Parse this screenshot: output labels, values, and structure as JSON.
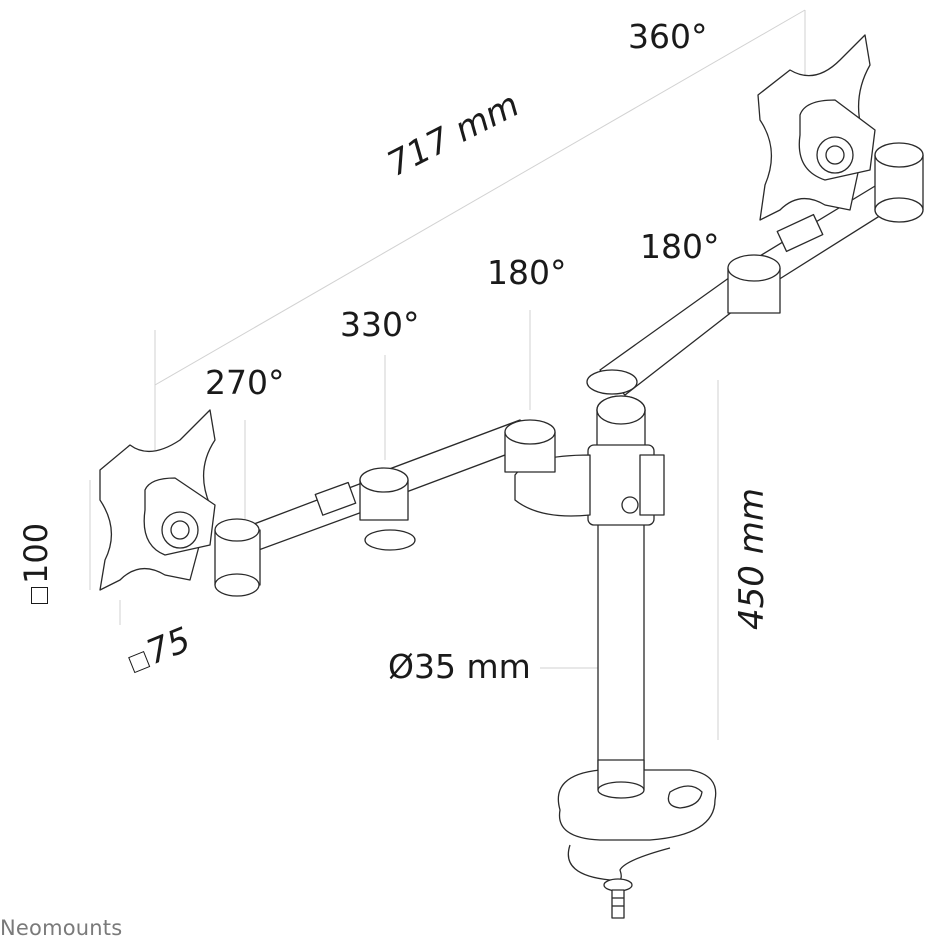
{
  "diagram": {
    "type": "product technical line drawing",
    "subject": "dual monitor desk mount arm with grommet clamp",
    "dimensions": {
      "total_width": "717 mm",
      "pole_height": "450 mm",
      "pole_diameter": "Ø35 mm",
      "vesa_height": "100",
      "vesa_width": "75"
    },
    "rotation_labels": {
      "right_top": "360°",
      "right_joint": "180°",
      "center_joint": "180°",
      "left_mid_joint": "330°",
      "left_joint": "270°"
    },
    "brand": "Neomounts",
    "colors": {
      "line": "#2a2a2a",
      "dim_line": "#cfcfcf",
      "text": "#1a1a1a",
      "brand": "#7a7a7a",
      "background": "#ffffff"
    }
  }
}
